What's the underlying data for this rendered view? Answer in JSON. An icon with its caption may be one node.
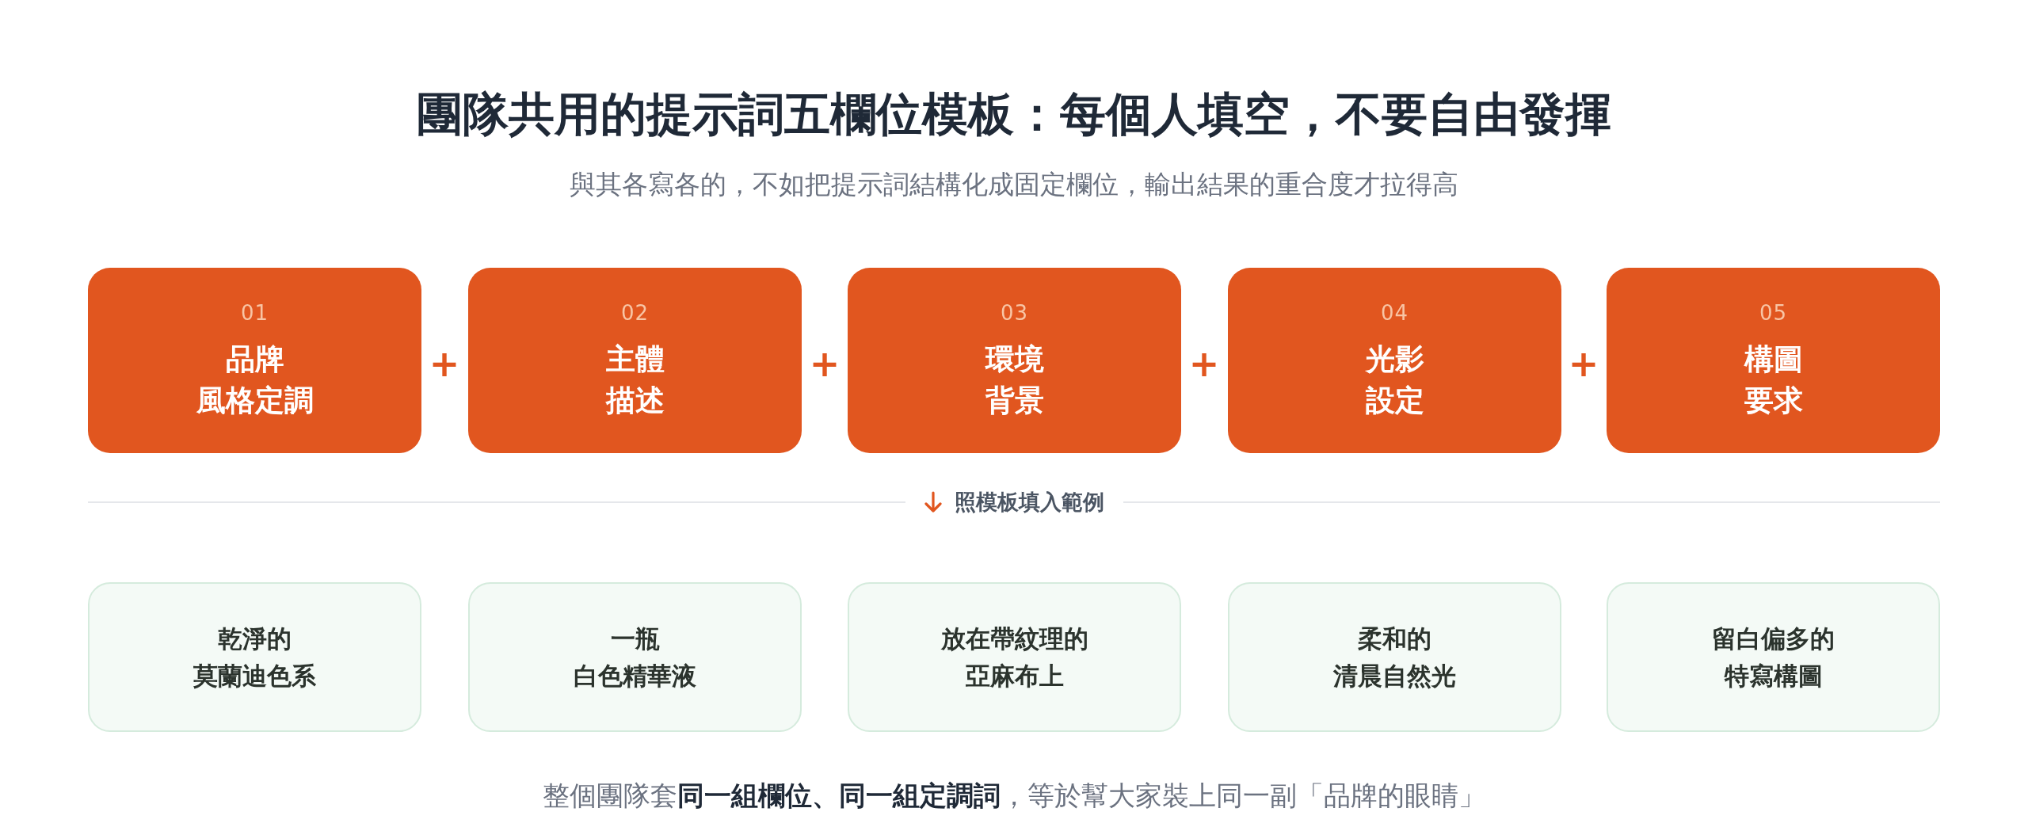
{
  "diagram": {
    "title": "團隊共用的提示詞五欄位模板：每個人填空，不要自由發揮",
    "caption": "整個團隊套**同一組欄位、同一組定調詞**，等於幫大家裝上同一副「品牌的眼睛」",
    "nodes": [
      {
        "text": [
          "01",
          "品牌風格定調"
        ]
      },
      {
        "text": [
          "02",
          "主體描述"
        ]
      },
      {
        "text": [
          "03",
          "環境背景"
        ]
      },
      {
        "text": [
          "04",
          "光影設定"
        ]
      },
      {
        "text": [
          "05",
          "構圖要求"
        ]
      },
      {
        "text": [
          "乾淨的莫蘭迪色系"
        ]
      },
      {
        "text": [
          "一瓶白色精華液"
        ]
      },
      {
        "text": [
          "放在帶紋理的亞麻布上"
        ]
      },
      {
        "text": [
          "柔和的清晨自然光"
        ]
      },
      {
        "text": [
          "留白偏多的特寫構圖"
        ]
      }
    ],
    "labels": [
      "與其各寫各的，不如把提示詞結構化成固定欄位，輸出結果的重合度才拉得高",
      "+",
      "+",
      "+",
      "+",
      "照模板填入範例"
    ]
  }
}
